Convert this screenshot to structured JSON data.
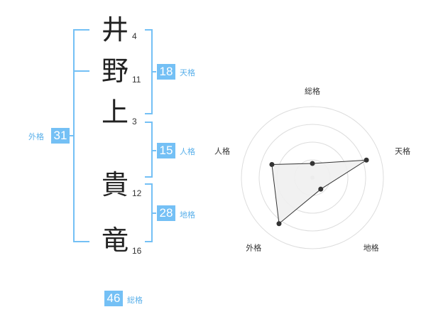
{
  "name": {
    "chars": [
      {
        "char": "井",
        "strokes": "4"
      },
      {
        "char": "野",
        "strokes": "11"
      },
      {
        "char": "上",
        "strokes": "3"
      },
      {
        "char": "貴",
        "strokes": "12"
      },
      {
        "char": "竜",
        "strokes": "16"
      }
    ]
  },
  "kaku": {
    "tenkaku": {
      "value": "18",
      "label": "天格"
    },
    "jinkaku": {
      "value": "15",
      "label": "人格"
    },
    "chikaku": {
      "value": "28",
      "label": "地格"
    },
    "gaikaku": {
      "value": "31",
      "label": "外格"
    },
    "soukaku": {
      "value": "46",
      "label": "総格"
    }
  },
  "colors": {
    "accent": "#74c0f5",
    "accent_text": "#5ab0ea",
    "radar_fill": "#f0f0f0",
    "ring": "#dddddd"
  },
  "chart_data": {
    "type": "radar",
    "axes": [
      "総格",
      "天格",
      "地格",
      "外格",
      "人格"
    ],
    "scale_max": 5,
    "rings": 4,
    "values": [
      1,
      4,
      1,
      4,
      3
    ]
  }
}
